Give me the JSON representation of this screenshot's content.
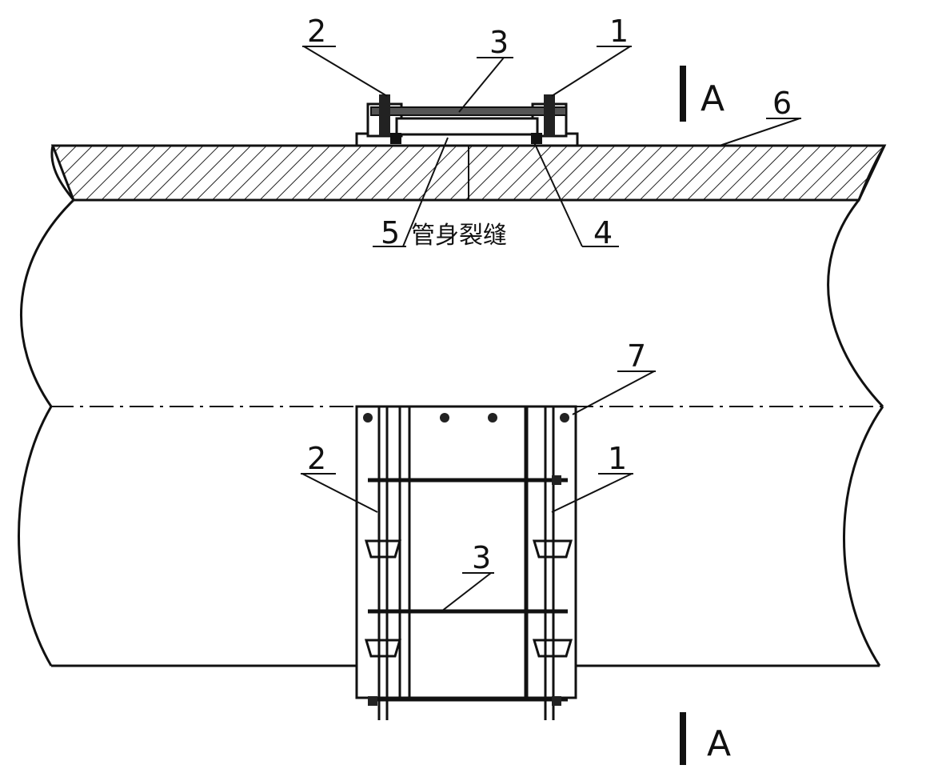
{
  "labels": {
    "l1_top": "1",
    "l2_top": "2",
    "l3_top": "3",
    "l4": "4",
    "l5": "5",
    "l6": "6",
    "l7": "7",
    "l1_bottom": "1",
    "l2_bottom": "2",
    "l3_bottom": "3",
    "crack_text": "管身裂缝",
    "section_top": "A",
    "section_bottom": "A"
  }
}
